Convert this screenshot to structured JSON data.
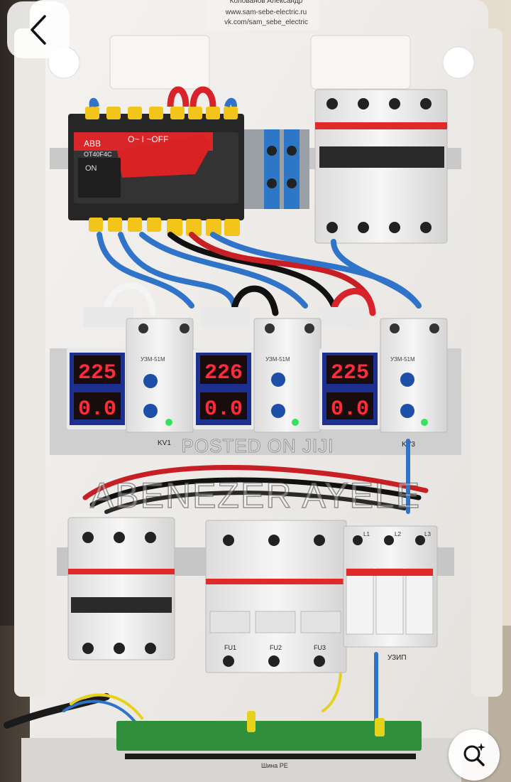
{
  "header": {
    "caption_line_1": "Колованов Александр",
    "caption_line_2": "www.sam-sebe-electric.ru",
    "caption_line_3": "vk.com/sam_sebe_electric"
  },
  "switch": {
    "brand": "ABB",
    "model": "OT40F4C",
    "positions": "O~  I  ~OFF",
    "on_label": "ON"
  },
  "meters": [
    {
      "voltage": "225",
      "current": "0.0"
    },
    {
      "voltage": "226",
      "current": "0.0"
    },
    {
      "voltage": "225",
      "current": "0.0"
    }
  ],
  "relay_label": "УЗМ-51М",
  "rail_labels": [
    "KV1",
    "KV3"
  ],
  "bottom_labels": {
    "fu1": "FU1",
    "fu2": "FU2",
    "fu3": "FU3",
    "uzip": "УЗИП",
    "bus": "Шина PE",
    "l1": "L1",
    "l2": "L2",
    "l3": "L3"
  },
  "watermark": {
    "small": "POSTED ON JIJI",
    "large": "ABENEZER AYELE"
  },
  "icons": {
    "back": "chevron-left-icon",
    "lens": "visual-search-icon"
  },
  "colors": {
    "panel": "#f1efec",
    "display_bg": "#1d2f8f",
    "display_digits": "#ff2b3a",
    "handle": "#e02020",
    "wire_blue": "#2f74c8",
    "bus_green": "#2f8f3a"
  }
}
